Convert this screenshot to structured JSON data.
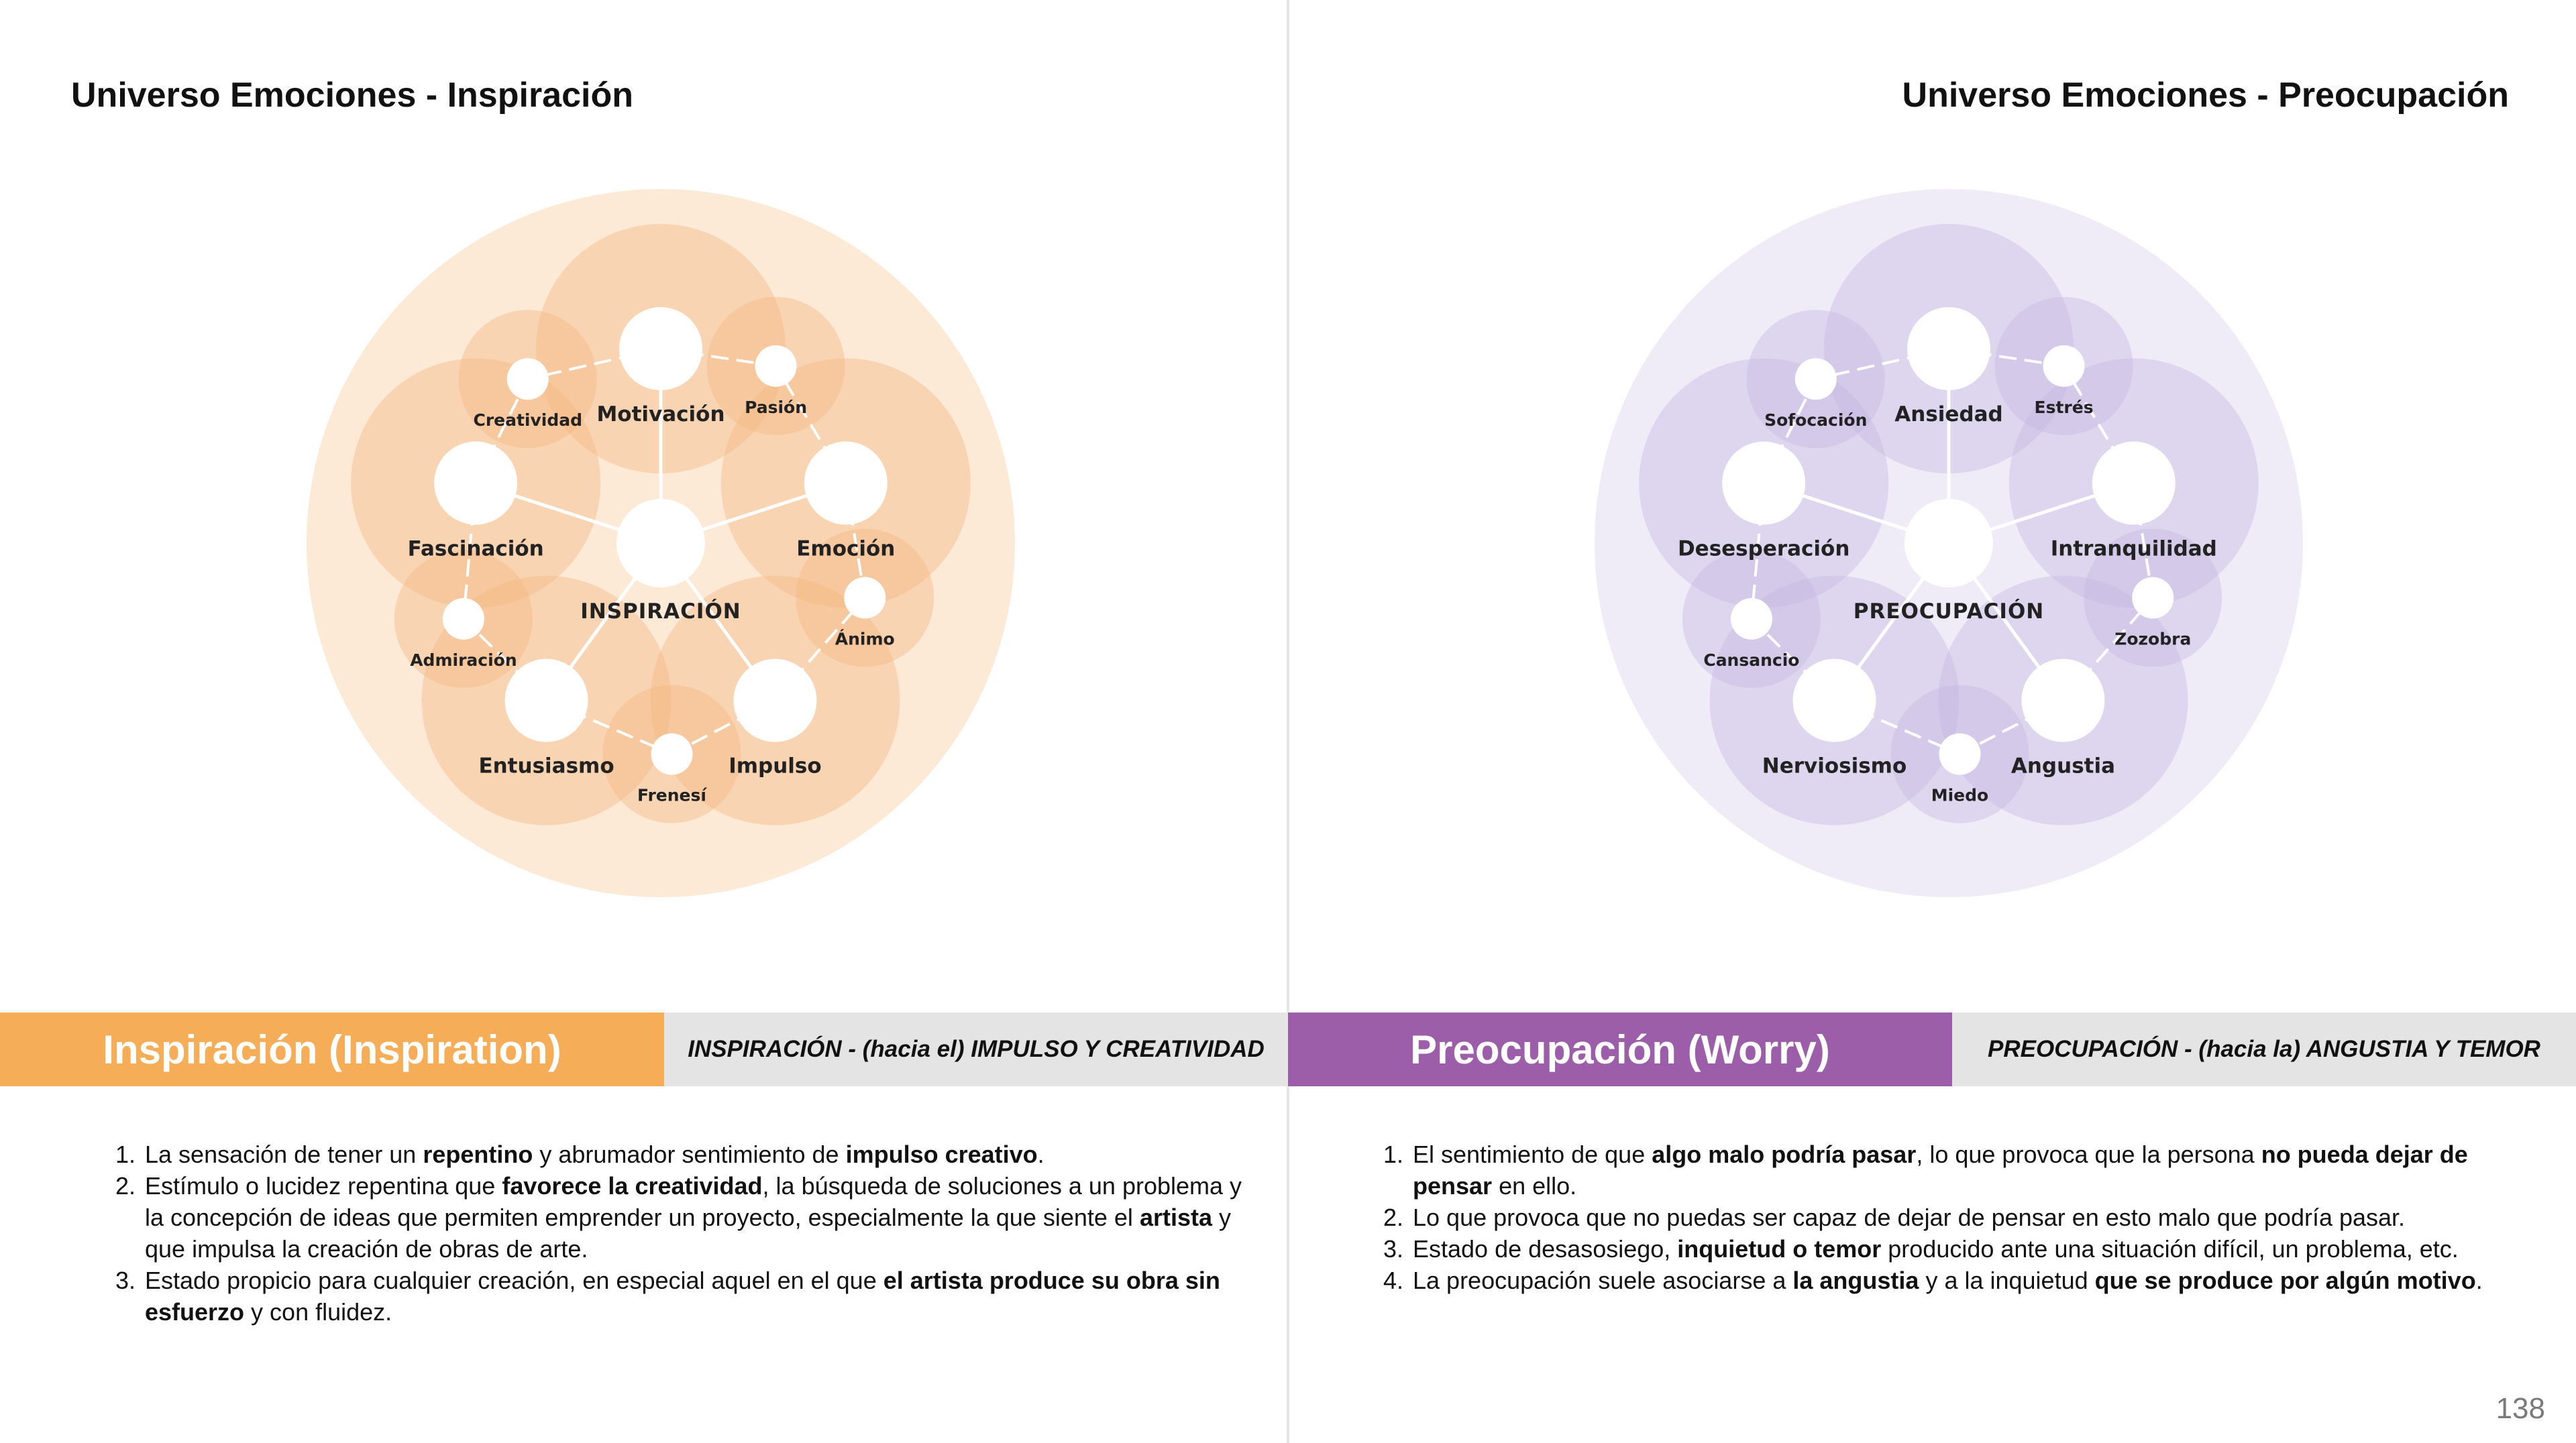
{
  "colors": {
    "inspiration_accent": "#f6ad57",
    "inspiration_bubble": "#f5b881",
    "inspiration_bg": "#f9d7b4",
    "worry_accent": "#9c5ea8",
    "worry_bubble": "#c6b8e3",
    "worry_bg": "#e2dcf0",
    "sub_banner_bg": "#e4e4e4"
  },
  "left": {
    "title": "Universo Emociones - Inspiración",
    "diagram": {
      "center": "INSPIRACIÓN",
      "primary": [
        "Motivación",
        "Emoción",
        "Impulso",
        "Entusiasmo",
        "Fascinación"
      ],
      "secondary": [
        "Pasión",
        "Ánimo",
        "Frenesí",
        "Admiración",
        "Creatividad"
      ]
    },
    "banner": {
      "main": "Inspiración (Inspiration)",
      "sub": "INSPIRACIÓN - (hacia el) IMPULSO Y CREATIVIDAD"
    },
    "definitions": [
      [
        {
          "t": "La sensación de tener un ",
          "b": false
        },
        {
          "t": "repentino",
          "b": true
        },
        {
          "t": " y abrumador sentimiento de ",
          "b": false
        },
        {
          "t": "impulso creativo",
          "b": true
        },
        {
          "t": ".",
          "b": false
        }
      ],
      [
        {
          "t": "Estímulo o lucidez repentina que ",
          "b": false
        },
        {
          "t": "favorece la creatividad",
          "b": true
        },
        {
          "t": ", la búsqueda de soluciones a un problema y la concepción de ideas que permiten emprender un proyecto, especialmente la que siente el ",
          "b": false
        },
        {
          "t": "artista",
          "b": true
        },
        {
          "t": " y que impulsa la creación de obras de arte.",
          "b": false
        }
      ],
      [
        {
          "t": "Estado propicio para cualquier creación, en especial aquel en el que ",
          "b": false
        },
        {
          "t": "el artista produce su obra sin esfuerzo",
          "b": true
        },
        {
          "t": " y con fluidez.",
          "b": false
        }
      ]
    ]
  },
  "right": {
    "title": "Universo Emociones - Preocupación",
    "diagram": {
      "center": "PREOCUPACIÓN",
      "primary": [
        "Ansiedad",
        "Intranquilidad",
        "Angustia",
        "Nerviosismo",
        "Desesperación"
      ],
      "secondary": [
        "Estrés",
        "Zozobra",
        "Miedo",
        "Cansancio",
        "Sofocación"
      ]
    },
    "banner": {
      "main": "Preocupación (Worry)",
      "sub": "PREOCUPACIÓN - (hacia la) ANGUSTIA Y TEMOR"
    },
    "definitions": [
      [
        {
          "t": "El sentimiento de que ",
          "b": false
        },
        {
          "t": "algo malo podría pasar",
          "b": true
        },
        {
          "t": ", lo que provoca que la persona ",
          "b": false
        },
        {
          "t": "no pueda dejar de pensar",
          "b": true
        },
        {
          "t": " en ello.",
          "b": false
        }
      ],
      [
        {
          "t": " Lo que provoca que no puedas ser capaz de dejar de pensar en esto malo que podría pasar.",
          "b": false
        }
      ],
      [
        {
          "t": "Estado de desasosiego, ",
          "b": false
        },
        {
          "t": "inquietud o temor",
          "b": true
        },
        {
          "t": " producido ante una situación difícil, un problema, etc.",
          "b": false
        }
      ],
      [
        {
          "t": "La preocupación suele asociarse a ",
          "b": false
        },
        {
          "t": "la angustia",
          "b": true
        },
        {
          "t": " y a la inquietud ",
          "b": false
        },
        {
          "t": "que se produce por algún motivo",
          "b": true
        },
        {
          "t": ".",
          "b": false
        }
      ]
    ]
  },
  "page_number": "138"
}
